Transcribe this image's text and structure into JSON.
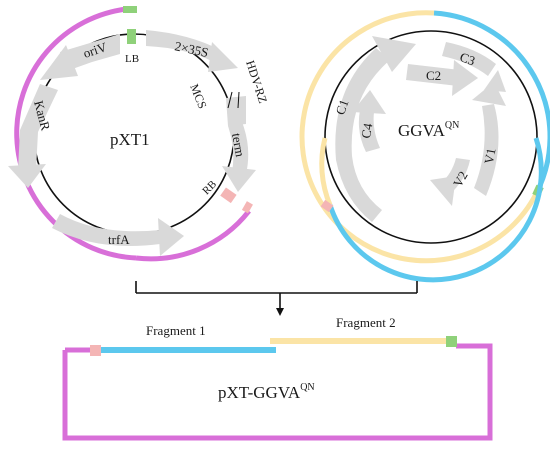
{
  "plasmid_left": {
    "name": "pXT1",
    "features": {
      "oriV": "oriV",
      "kanR": "KanR",
      "trfA": "trfA",
      "p2x35s": "2×35S",
      "mcs": "MCS",
      "hdv": "HDV-RZ",
      "term": "term",
      "lb": "LB",
      "rb": "RB"
    }
  },
  "plasmid_right": {
    "name_base": "GGVA",
    "name_sup": "QN",
    "features": {
      "c1": "C1",
      "c2": "C2",
      "c3": "C3",
      "c4": "C4",
      "v1": "V1",
      "v2": "V2"
    }
  },
  "assembly": {
    "fragment1": "Fragment 1",
    "fragment2": "Fragment 2",
    "product_base": "pXT-GGVA",
    "product_sup": "QN"
  },
  "colors": {
    "magenta": "#d86fd8",
    "blue": "#5cc8ee",
    "yellow": "#fbe4a6",
    "green": "#8fd17a",
    "pink": "#f4b5b5",
    "gray": "#d9d9d9",
    "black": "#111111"
  }
}
